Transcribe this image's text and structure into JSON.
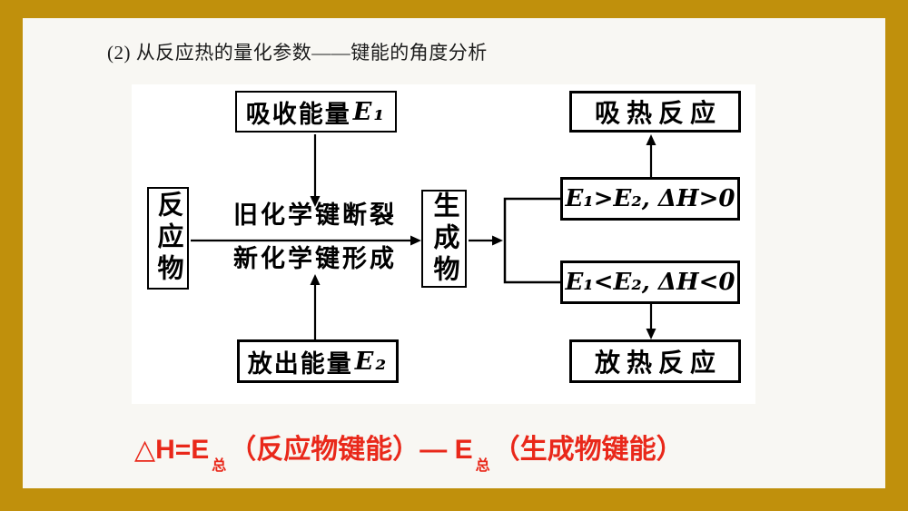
{
  "slide": {
    "title": "(2) 从反应热的量化参数——键能的角度分析",
    "border_color": "#c0900c",
    "background_color": "#f8f7f3",
    "panel_color": "#ffffff"
  },
  "diagram": {
    "absorb_box": {
      "text": "吸收能量",
      "math": "E₁"
    },
    "release_box": {
      "text": "放出能量",
      "math": "E₂"
    },
    "reactant_box": {
      "text": "反应物"
    },
    "product_box": {
      "text": "生成物"
    },
    "center_text": {
      "line1": "旧化学键断裂",
      "line2": "新化学键形成"
    },
    "condition_gt_box": {
      "math": "E₁>E₂, ΔH>0"
    },
    "condition_lt_box": {
      "math": "E₁<E₂, ΔH<0"
    },
    "endo_box": {
      "text": "吸热反应"
    },
    "exo_box": {
      "text": "放热反应"
    }
  },
  "formula": {
    "p1": "△H=E",
    "sub1": "总",
    "p2": "（反应物键能）— E",
    "sub2": "总",
    "p3": "（生成物键能）",
    "color": "#e9281a"
  }
}
